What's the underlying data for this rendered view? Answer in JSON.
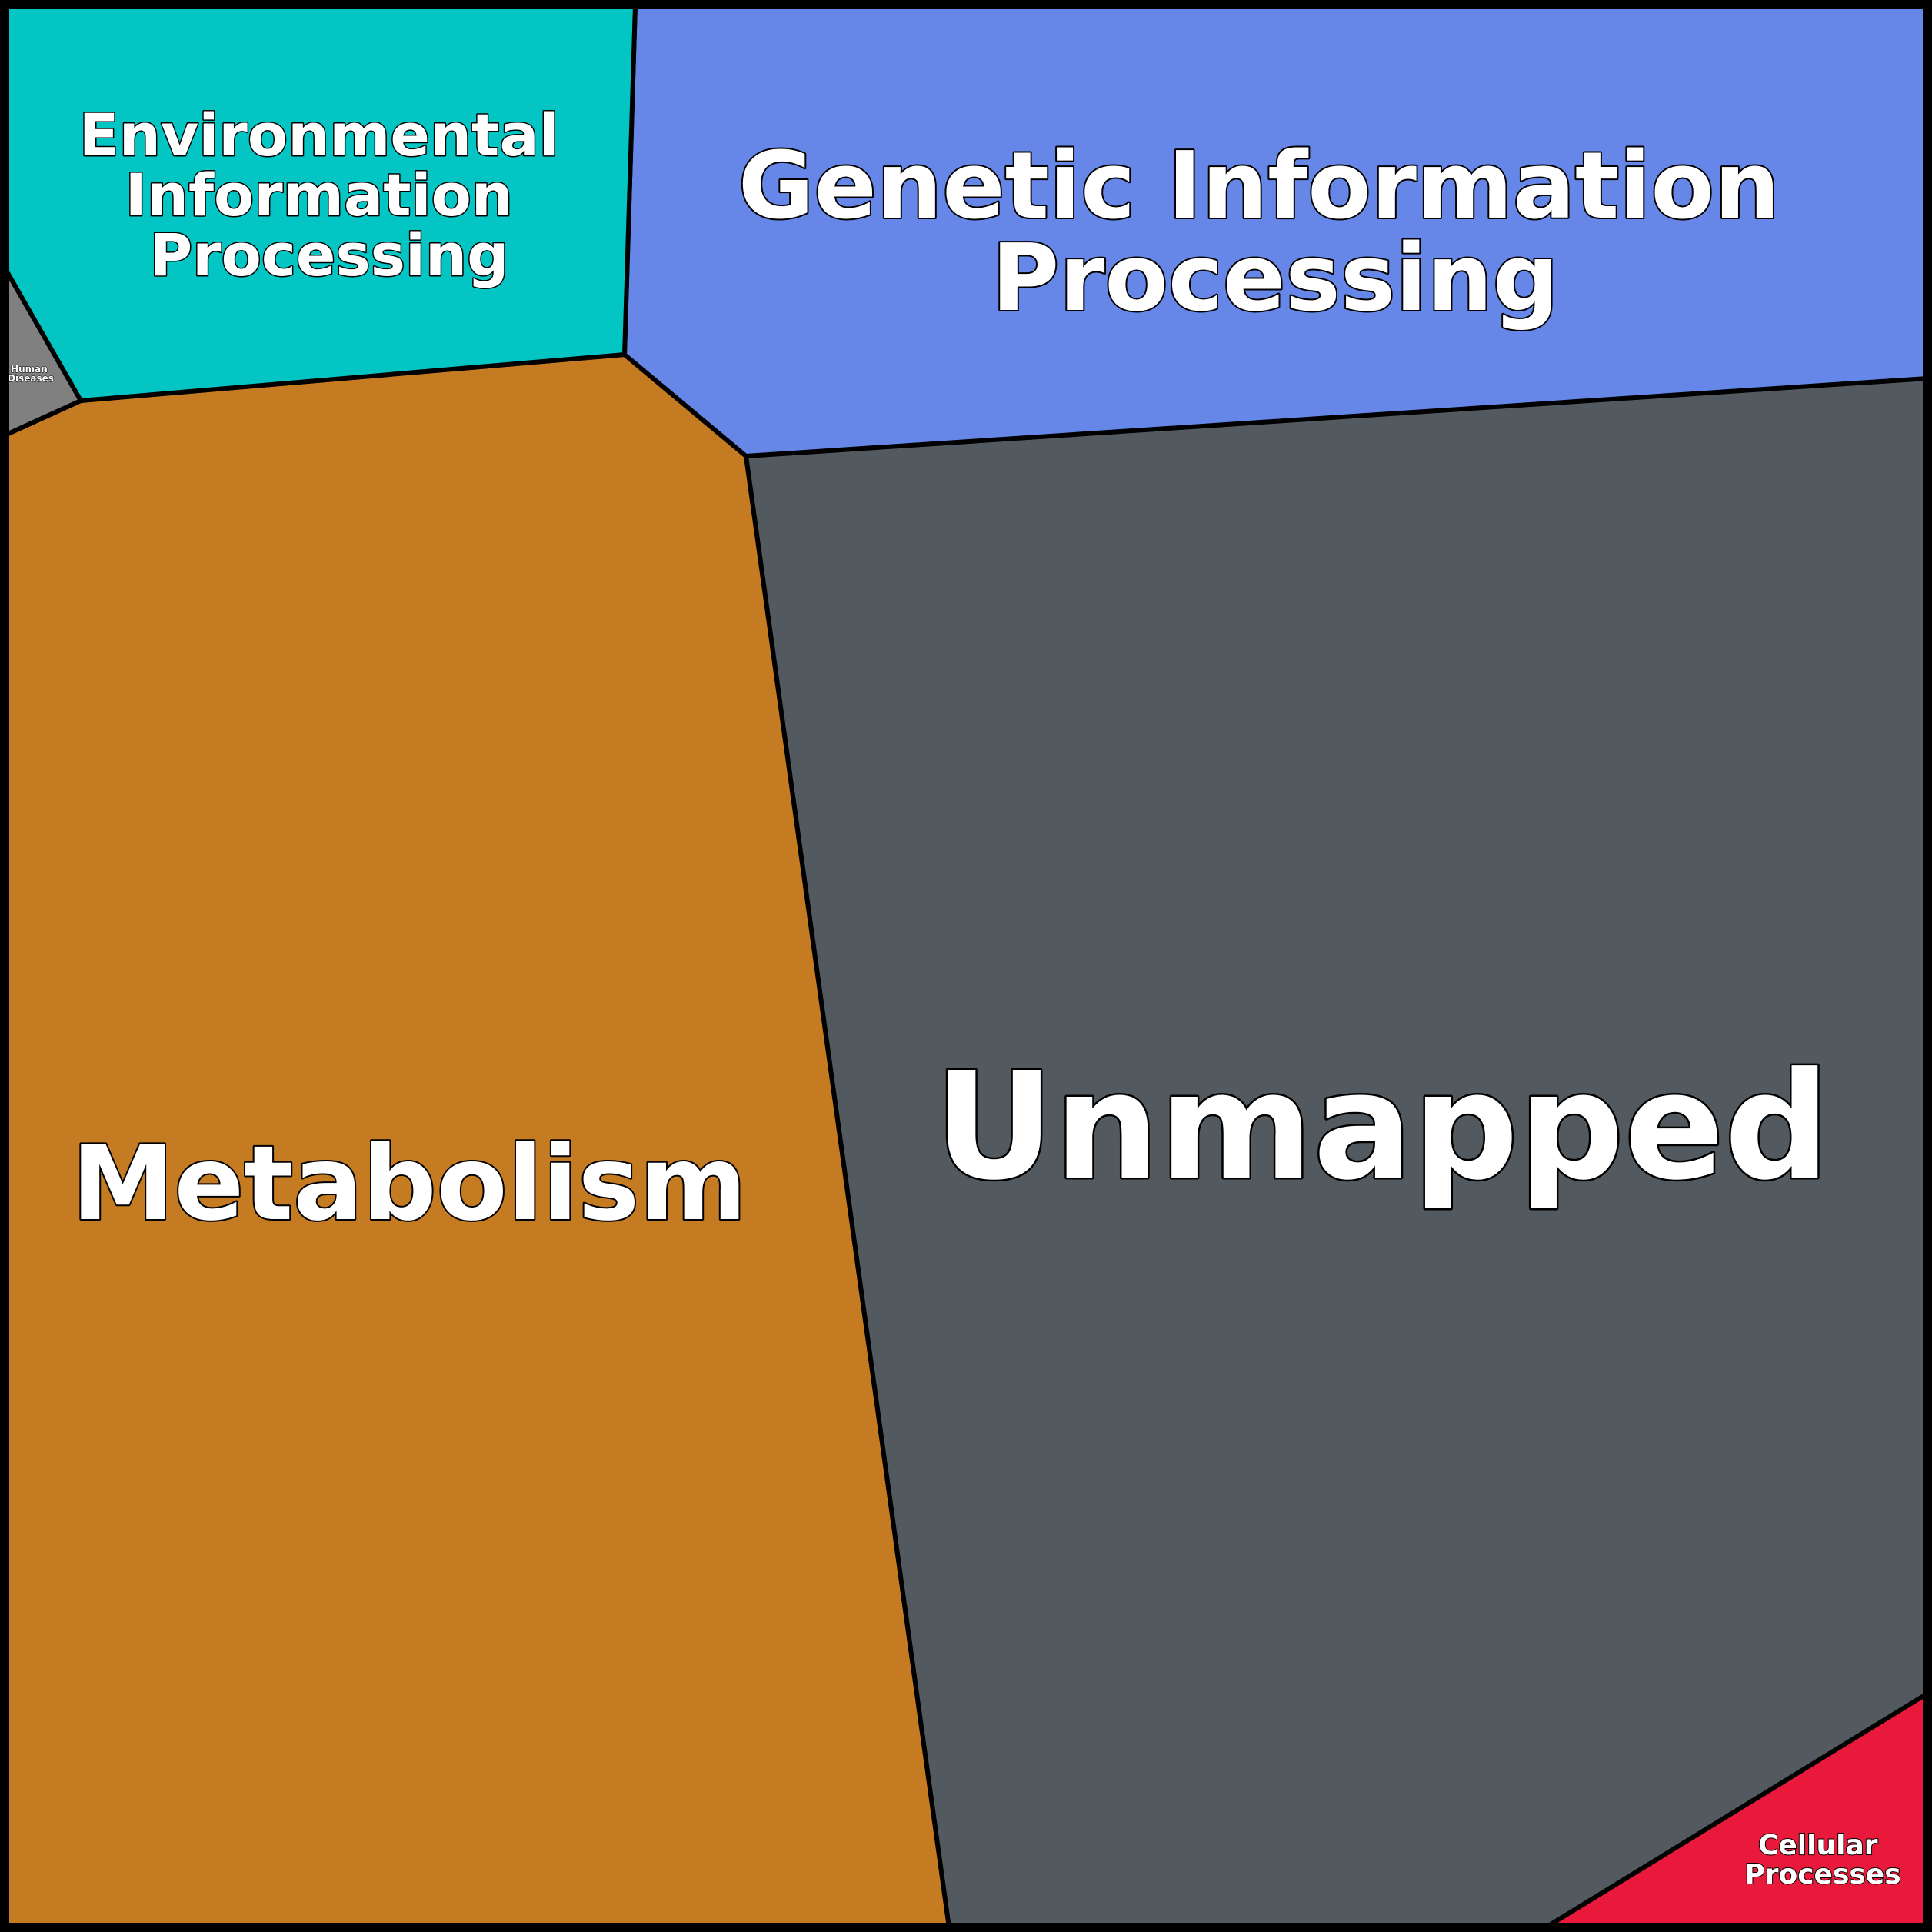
{
  "diagram": {
    "type": "voronoi-treemap",
    "regions": [
      {
        "id": "environmental",
        "label_lines": [
          "Environmental",
          "Information",
          "Processing"
        ],
        "color": "#03C5C4"
      },
      {
        "id": "genetic",
        "label_lines": [
          "Genetic Information",
          "Processing"
        ],
        "color": "#6687E8"
      },
      {
        "id": "human",
        "label_lines": [
          "Human",
          "Diseases"
        ],
        "color": "#808080"
      },
      {
        "id": "metabolism",
        "label_lines": [
          "Metabolism"
        ],
        "color": "#C47B22"
      },
      {
        "id": "unmapped",
        "label_lines": [
          "Unmapped"
        ],
        "color": "#525A5F"
      },
      {
        "id": "cellular",
        "label_lines": [
          "Cellular",
          "Processes"
        ],
        "color": "#E8193A"
      }
    ],
    "border_color": "#000000",
    "label_color": "#FFFFFF"
  }
}
